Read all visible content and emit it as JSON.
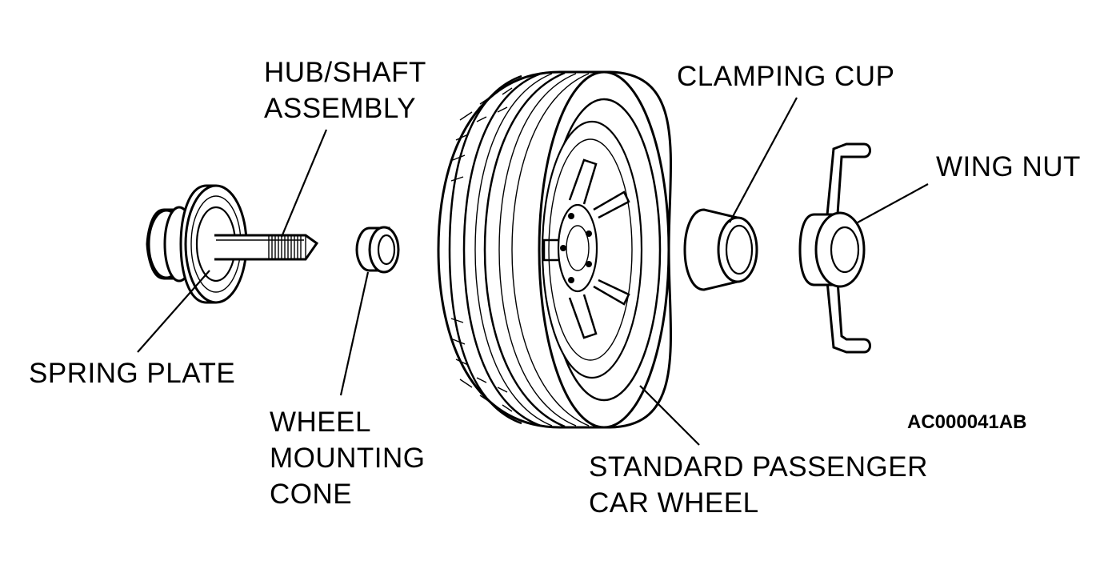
{
  "labels": {
    "hub_shaft": [
      "HUB/SHAFT",
      "ASSEMBLY"
    ],
    "spring_plate": "SPRING PLATE",
    "wheel_cone": [
      "WHEEL",
      "MOUNTING",
      "CONE"
    ],
    "passenger_wheel": [
      "STANDARD PASSENGER",
      "CAR WHEEL"
    ],
    "clamping_cup": "CLAMPING CUP",
    "wing_nut": "WING NUT"
  },
  "figure_code": "AC000041AB",
  "colors": {
    "ink": "#000000",
    "paper": "#ffffff"
  }
}
